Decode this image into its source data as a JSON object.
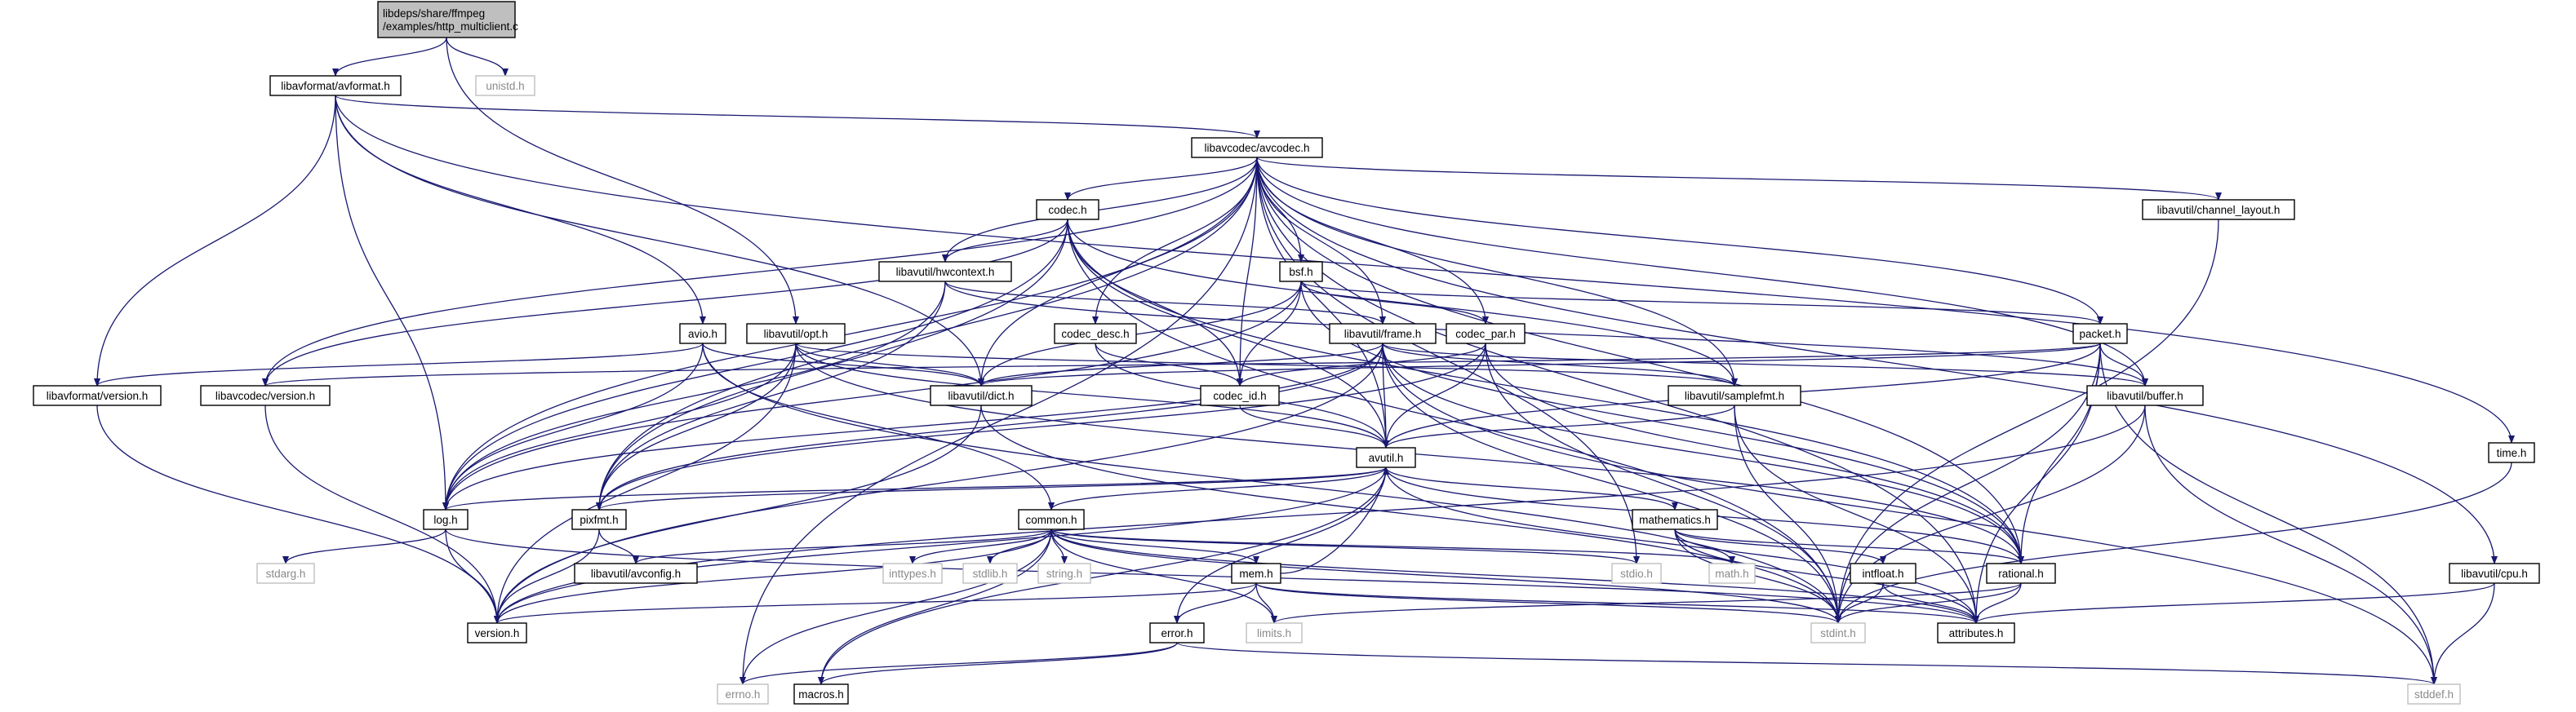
{
  "graph": {
    "edge_color": "#191970",
    "root_fill": "#bfbfbf",
    "external_border": "#bfbfbf",
    "nodes": [
      {
        "id": "root",
        "label": [
          "libdeps/share/ffmpeg",
          "/examples/http_multiclient.c"
        ],
        "kind": "root"
      },
      {
        "id": "avformat",
        "label": [
          "libavformat/avformat.h"
        ],
        "kind": "normal"
      },
      {
        "id": "unistd",
        "label": [
          "unistd.h"
        ],
        "kind": "external"
      },
      {
        "id": "avcodec",
        "label": [
          "libavcodec/avcodec.h"
        ],
        "kind": "normal"
      },
      {
        "id": "time",
        "label": [
          "time.h"
        ],
        "kind": "normal"
      },
      {
        "id": "codec",
        "label": [
          "codec.h"
        ],
        "kind": "normal"
      },
      {
        "id": "channel_layout",
        "label": [
          "libavutil/channel_layout.h"
        ],
        "kind": "normal"
      },
      {
        "id": "hwcontext",
        "label": [
          "libavutil/hwcontext.h"
        ],
        "kind": "normal"
      },
      {
        "id": "bsf",
        "label": [
          "bsf.h"
        ],
        "kind": "normal"
      },
      {
        "id": "avio",
        "label": [
          "avio.h"
        ],
        "kind": "normal"
      },
      {
        "id": "opt",
        "label": [
          "libavutil/opt.h"
        ],
        "kind": "normal"
      },
      {
        "id": "codec_desc",
        "label": [
          "codec_desc.h"
        ],
        "kind": "normal"
      },
      {
        "id": "frame",
        "label": [
          "libavutil/frame.h"
        ],
        "kind": "normal"
      },
      {
        "id": "codec_par",
        "label": [
          "codec_par.h"
        ],
        "kind": "normal"
      },
      {
        "id": "packet",
        "label": [
          "packet.h"
        ],
        "kind": "normal"
      },
      {
        "id": "avf_version",
        "label": [
          "libavformat/version.h"
        ],
        "kind": "normal"
      },
      {
        "id": "avc_version",
        "label": [
          "libavcodec/version.h"
        ],
        "kind": "normal"
      },
      {
        "id": "dict",
        "label": [
          "libavutil/dict.h"
        ],
        "kind": "normal"
      },
      {
        "id": "codec_id",
        "label": [
          "codec_id.h"
        ],
        "kind": "normal"
      },
      {
        "id": "samplefmt",
        "label": [
          "libavutil/samplefmt.h"
        ],
        "kind": "normal"
      },
      {
        "id": "buffer",
        "label": [
          "libavutil/buffer.h"
        ],
        "kind": "normal"
      },
      {
        "id": "avutil",
        "label": [
          "avutil.h"
        ],
        "kind": "normal"
      },
      {
        "id": "log",
        "label": [
          "log.h"
        ],
        "kind": "normal"
      },
      {
        "id": "pixfmt",
        "label": [
          "pixfmt.h"
        ],
        "kind": "normal"
      },
      {
        "id": "common",
        "label": [
          "common.h"
        ],
        "kind": "normal"
      },
      {
        "id": "mathematics",
        "label": [
          "mathematics.h"
        ],
        "kind": "normal"
      },
      {
        "id": "stdarg",
        "label": [
          "stdarg.h"
        ],
        "kind": "external"
      },
      {
        "id": "avconfig",
        "label": [
          "libavutil/avconfig.h"
        ],
        "kind": "normal"
      },
      {
        "id": "inttypes",
        "label": [
          "inttypes.h"
        ],
        "kind": "external"
      },
      {
        "id": "stdlib",
        "label": [
          "stdlib.h"
        ],
        "kind": "external"
      },
      {
        "id": "string",
        "label": [
          "string.h"
        ],
        "kind": "external"
      },
      {
        "id": "stdio",
        "label": [
          "stdio.h"
        ],
        "kind": "external"
      },
      {
        "id": "math",
        "label": [
          "math.h"
        ],
        "kind": "external"
      },
      {
        "id": "intfloat",
        "label": [
          "intfloat.h"
        ],
        "kind": "normal"
      },
      {
        "id": "rational",
        "label": [
          "rational.h"
        ],
        "kind": "normal"
      },
      {
        "id": "cpu",
        "label": [
          "libavutil/cpu.h"
        ],
        "kind": "normal"
      },
      {
        "id": "mem",
        "label": [
          "mem.h"
        ],
        "kind": "normal"
      },
      {
        "id": "version",
        "label": [
          "version.h"
        ],
        "kind": "normal"
      },
      {
        "id": "limits",
        "label": [
          "limits.h"
        ],
        "kind": "external"
      },
      {
        "id": "error",
        "label": [
          "error.h"
        ],
        "kind": "normal"
      },
      {
        "id": "stdint",
        "label": [
          "stdint.h"
        ],
        "kind": "external"
      },
      {
        "id": "attributes",
        "label": [
          "attributes.h"
        ],
        "kind": "normal"
      },
      {
        "id": "errno",
        "label": [
          "errno.h"
        ],
        "kind": "external"
      },
      {
        "id": "macros",
        "label": [
          "macros.h"
        ],
        "kind": "normal"
      },
      {
        "id": "stddef",
        "label": [
          "stddef.h"
        ],
        "kind": "external"
      }
    ],
    "edges": [
      [
        "root",
        "avformat"
      ],
      [
        "root",
        "unistd"
      ],
      [
        "root",
        "opt"
      ],
      [
        "avformat",
        "avcodec"
      ],
      [
        "avformat",
        "time"
      ],
      [
        "avformat",
        "avio"
      ],
      [
        "avformat",
        "avf_version"
      ],
      [
        "avformat",
        "dict"
      ],
      [
        "avformat",
        "log"
      ],
      [
        "avcodec",
        "codec"
      ],
      [
        "avcodec",
        "channel_layout"
      ],
      [
        "avcodec",
        "hwcontext"
      ],
      [
        "avcodec",
        "bsf"
      ],
      [
        "avcodec",
        "codec_desc"
      ],
      [
        "avcodec",
        "frame"
      ],
      [
        "avcodec",
        "codec_par"
      ],
      [
        "avcodec",
        "packet"
      ],
      [
        "avcodec",
        "avc_version"
      ],
      [
        "avcodec",
        "dict"
      ],
      [
        "avcodec",
        "codec_id"
      ],
      [
        "avcodec",
        "samplefmt"
      ],
      [
        "avcodec",
        "buffer"
      ],
      [
        "avcodec",
        "avutil"
      ],
      [
        "avcodec",
        "log"
      ],
      [
        "avcodec",
        "pixfmt"
      ],
      [
        "avcodec",
        "rational"
      ],
      [
        "avcodec",
        "cpu"
      ],
      [
        "avcodec",
        "stdio"
      ],
      [
        "avcodec",
        "errno"
      ],
      [
        "avcodec",
        "attributes"
      ],
      [
        "codec",
        "hwcontext"
      ],
      [
        "codec",
        "avc_version"
      ],
      [
        "codec",
        "codec_id"
      ],
      [
        "codec",
        "samplefmt"
      ],
      [
        "codec",
        "avutil"
      ],
      [
        "codec",
        "log"
      ],
      [
        "codec",
        "pixfmt"
      ],
      [
        "codec",
        "rational"
      ],
      [
        "codec",
        "stdint"
      ],
      [
        "channel_layout",
        "stdint"
      ],
      [
        "hwcontext",
        "frame"
      ],
      [
        "hwcontext",
        "buffer"
      ],
      [
        "hwcontext",
        "log"
      ],
      [
        "hwcontext",
        "pixfmt"
      ],
      [
        "bsf",
        "codec_id"
      ],
      [
        "bsf",
        "codec_par"
      ],
      [
        "bsf",
        "packet"
      ],
      [
        "bsf",
        "dict"
      ],
      [
        "bsf",
        "log"
      ],
      [
        "bsf",
        "rational"
      ],
      [
        "avio",
        "avf_version"
      ],
      [
        "avio",
        "dict"
      ],
      [
        "avio",
        "log"
      ],
      [
        "avio",
        "common"
      ],
      [
        "avio",
        "stdint"
      ],
      [
        "opt",
        "dict"
      ],
      [
        "opt",
        "avutil"
      ],
      [
        "opt",
        "log"
      ],
      [
        "opt",
        "pixfmt"
      ],
      [
        "opt",
        "rational"
      ],
      [
        "opt",
        "samplefmt"
      ],
      [
        "opt",
        "version"
      ],
      [
        "codec_desc",
        "codec_id"
      ],
      [
        "codec_desc",
        "avutil"
      ],
      [
        "frame",
        "avutil"
      ],
      [
        "frame",
        "dict"
      ],
      [
        "frame",
        "buffer"
      ],
      [
        "frame",
        "samplefmt"
      ],
      [
        "frame",
        "rational"
      ],
      [
        "frame",
        "log"
      ],
      [
        "frame",
        "pixfmt"
      ],
      [
        "frame",
        "version"
      ],
      [
        "frame",
        "stdint"
      ],
      [
        "frame",
        "stddef"
      ],
      [
        "codec_par",
        "codec_id"
      ],
      [
        "codec_par",
        "avutil"
      ],
      [
        "codec_par",
        "rational"
      ],
      [
        "codec_par",
        "pixfmt"
      ],
      [
        "codec_par",
        "stdint"
      ],
      [
        "packet",
        "avutil"
      ],
      [
        "packet",
        "dict"
      ],
      [
        "packet",
        "buffer"
      ],
      [
        "packet",
        "rational"
      ],
      [
        "packet",
        "attributes"
      ],
      [
        "packet",
        "stdint"
      ],
      [
        "packet",
        "stddef"
      ],
      [
        "packet",
        "avc_version"
      ],
      [
        "avf_version",
        "version"
      ],
      [
        "avc_version",
        "version"
      ],
      [
        "dict",
        "stdint"
      ],
      [
        "dict",
        "version"
      ],
      [
        "codec_id",
        "avutil"
      ],
      [
        "samplefmt",
        "avutil"
      ],
      [
        "samplefmt",
        "attributes"
      ],
      [
        "samplefmt",
        "stdint"
      ],
      [
        "buffer",
        "stdint"
      ],
      [
        "buffer",
        "stddef"
      ],
      [
        "buffer",
        "version"
      ],
      [
        "avutil",
        "common"
      ],
      [
        "avutil",
        "log"
      ],
      [
        "avutil",
        "pixfmt"
      ],
      [
        "avutil",
        "mathematics"
      ],
      [
        "avutil",
        "rational"
      ],
      [
        "avutil",
        "error"
      ],
      [
        "avutil",
        "macros"
      ],
      [
        "avutil",
        "version"
      ],
      [
        "avutil",
        "attributes"
      ],
      [
        "log",
        "stdarg"
      ],
      [
        "log",
        "version"
      ],
      [
        "log",
        "attributes"
      ],
      [
        "pixfmt",
        "avconfig"
      ],
      [
        "pixfmt",
        "version"
      ],
      [
        "common",
        "inttypes"
      ],
      [
        "common",
        "stdlib"
      ],
      [
        "common",
        "string"
      ],
      [
        "common",
        "stdio"
      ],
      [
        "common",
        "math"
      ],
      [
        "common",
        "limits"
      ],
      [
        "common",
        "errno"
      ],
      [
        "common",
        "macros"
      ],
      [
        "common",
        "version"
      ],
      [
        "common",
        "attributes"
      ],
      [
        "common",
        "mem"
      ],
      [
        "common",
        "stdint"
      ],
      [
        "common",
        "avconfig"
      ],
      [
        "mathematics",
        "math"
      ],
      [
        "mathematics",
        "intfloat"
      ],
      [
        "mathematics",
        "rational"
      ],
      [
        "mathematics",
        "attributes"
      ],
      [
        "mathematics",
        "stdint"
      ],
      [
        "intfloat",
        "attributes"
      ],
      [
        "intfloat",
        "stdint"
      ],
      [
        "rational",
        "attributes"
      ],
      [
        "rational",
        "limits"
      ],
      [
        "rational",
        "stdint"
      ],
      [
        "time",
        "stdint"
      ],
      [
        "cpu",
        "attributes"
      ],
      [
        "cpu",
        "stddef"
      ],
      [
        "mem",
        "avutil"
      ],
      [
        "mem",
        "error"
      ],
      [
        "mem",
        "limits"
      ],
      [
        "mem",
        "stdint"
      ],
      [
        "mem",
        "attributes"
      ],
      [
        "mem",
        "version"
      ],
      [
        "error",
        "errno"
      ],
      [
        "error",
        "macros"
      ],
      [
        "error",
        "stddef"
      ]
    ]
  }
}
